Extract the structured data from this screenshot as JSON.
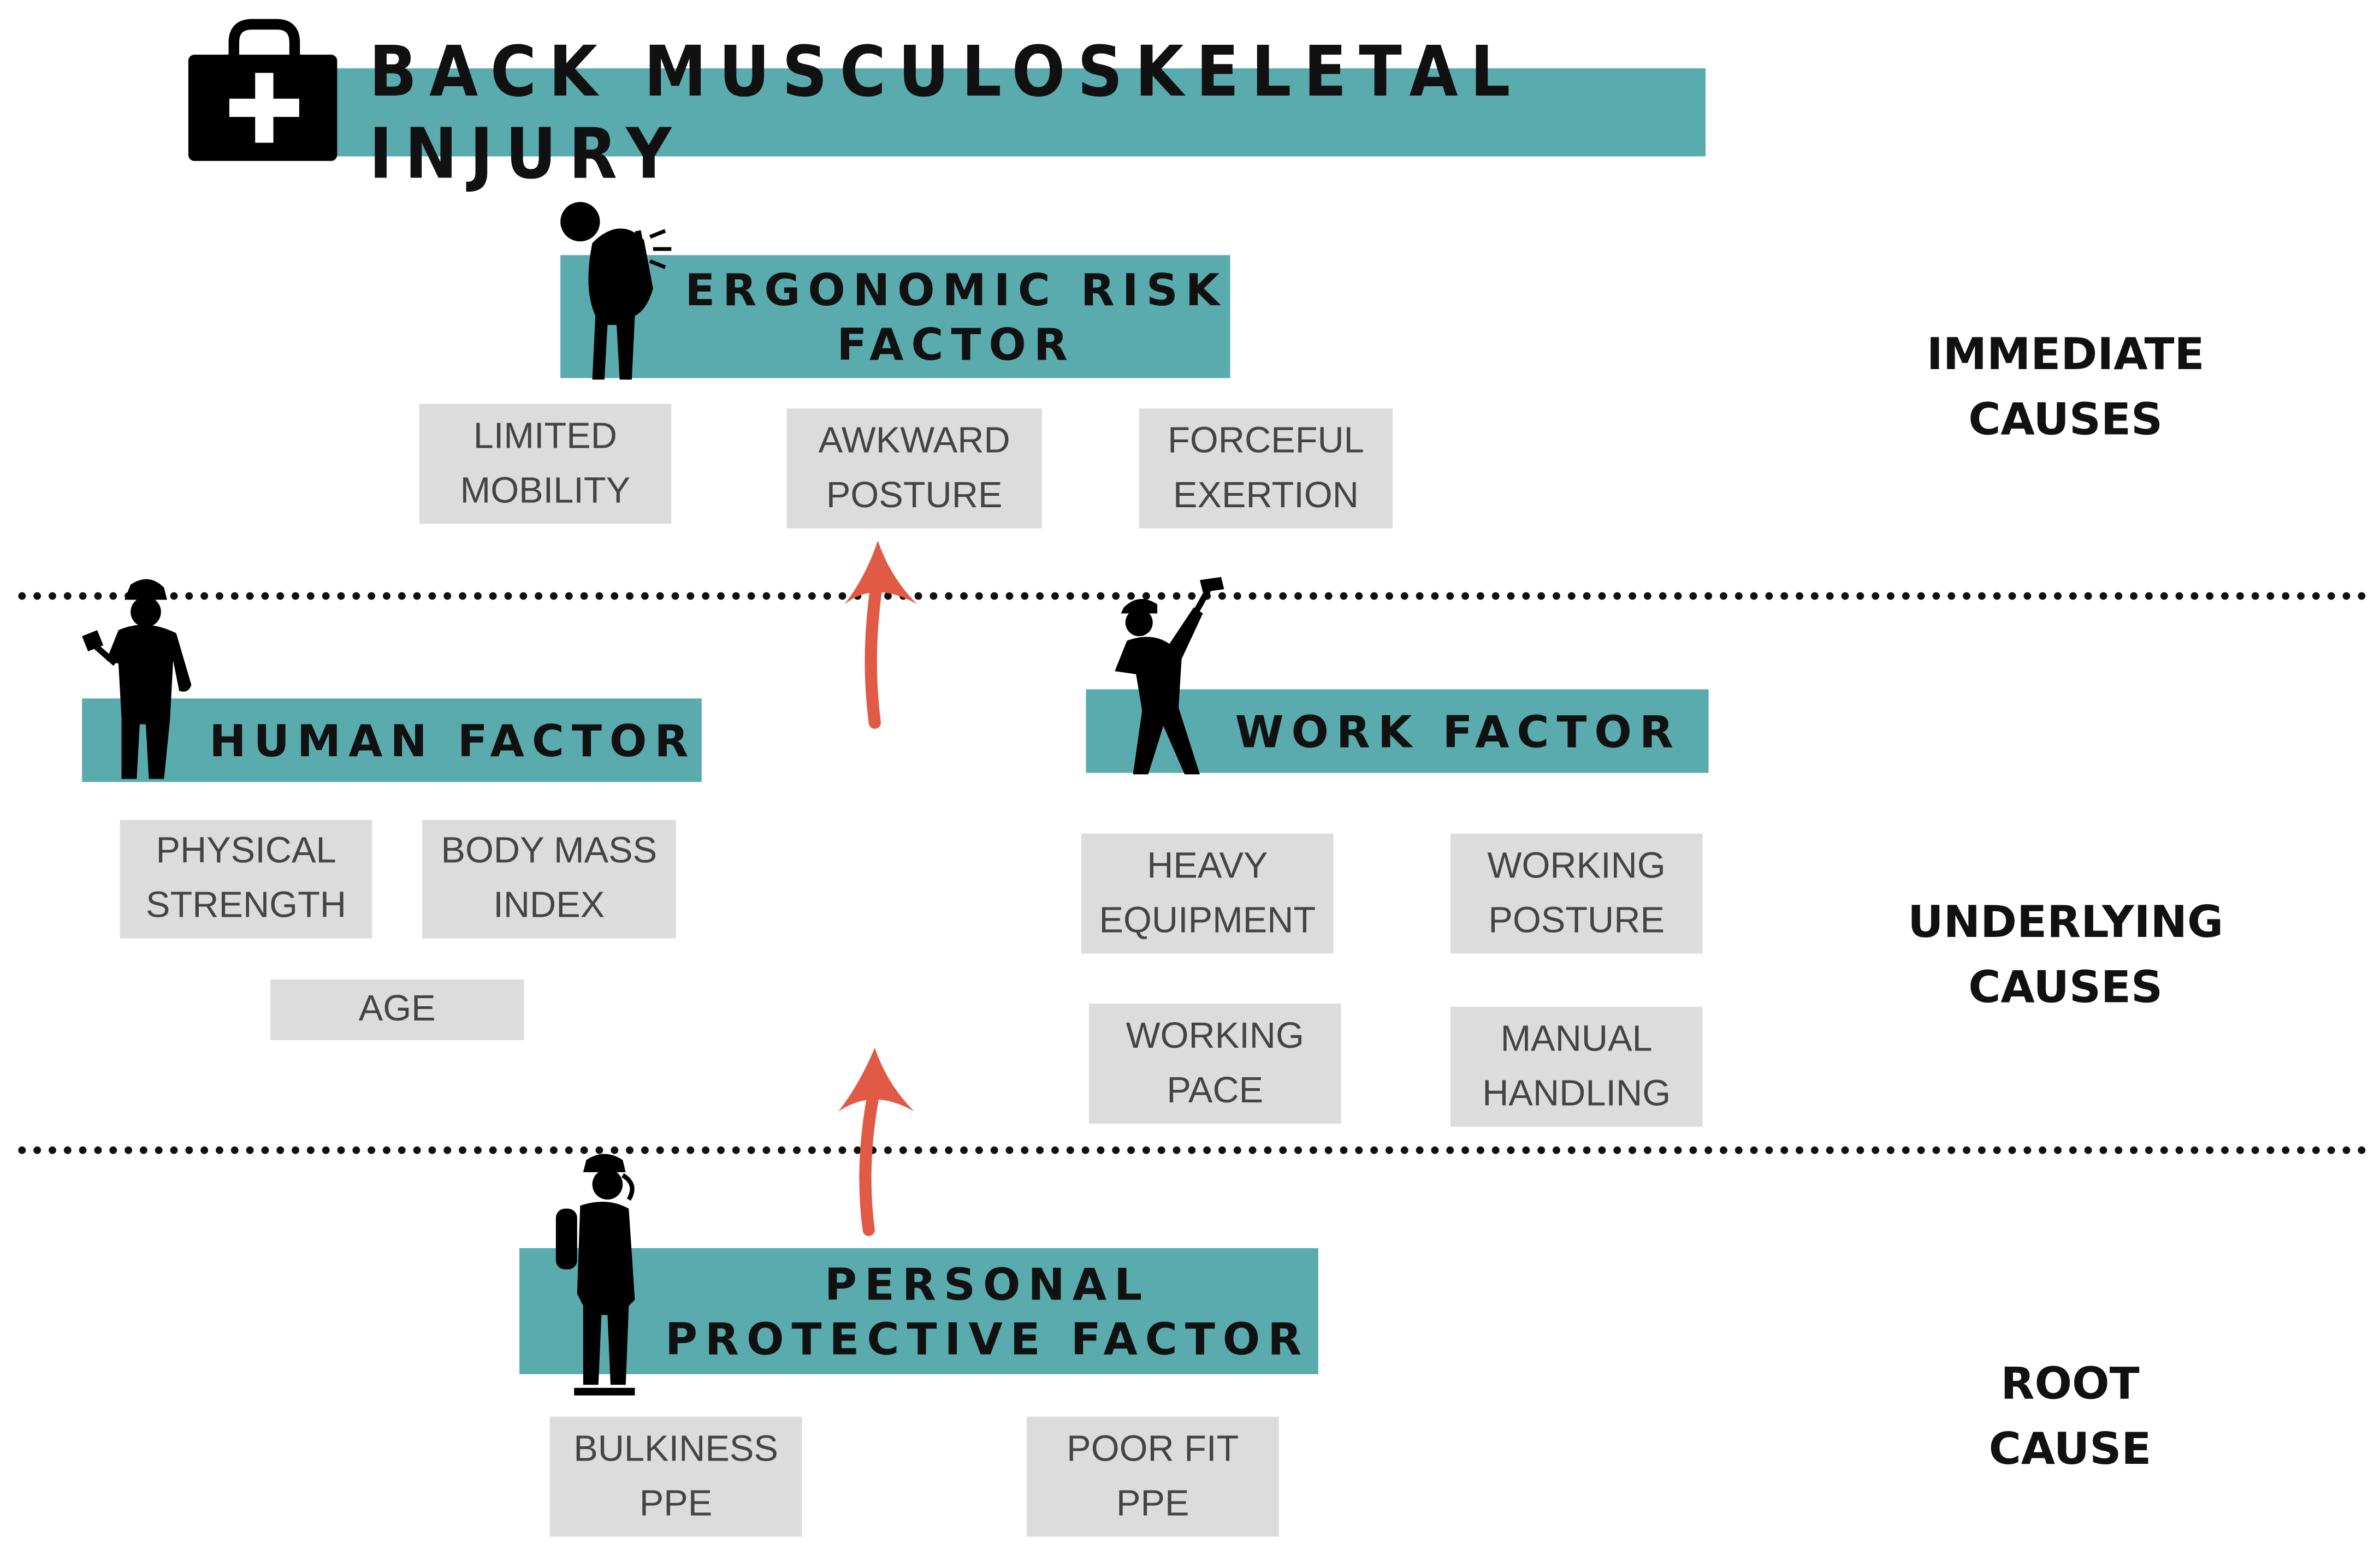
{
  "title": "BACK MUSCULOSKELETAL INJURY",
  "ergonomic": {
    "header": "ERGONOMIC RISK\nFACTOR",
    "items": [
      "LIMITED\nMOBILITY",
      "AWKWARD\nPOSTURE",
      "FORCEFUL\nEXERTION"
    ]
  },
  "human": {
    "header": "HUMAN FACTOR",
    "items": [
      "PHYSICAL\nSTRENGTH",
      "BODY MASS\nINDEX",
      "AGE"
    ]
  },
  "work": {
    "header": "WORK FACTOR",
    "items": [
      "HEAVY\nEQUIPMENT",
      "WORKING\nPOSTURE",
      "WORKING\nPACE",
      "MANUAL\nHANDLING"
    ]
  },
  "ppe": {
    "header": "PERSONAL\nPROTECTIVE FACTOR",
    "items": [
      "BULKINESS\nPPE",
      "POOR FIT\nPPE"
    ]
  },
  "levels": {
    "immediate": "IMMEDIATE\nCAUSES",
    "underlying": "UNDERLYING\nCAUSES",
    "root": "ROOT\nCAUSE"
  },
  "colors": {
    "band": "#5aabae",
    "box": "#dcdcdc",
    "arrow": "#e05a45"
  }
}
